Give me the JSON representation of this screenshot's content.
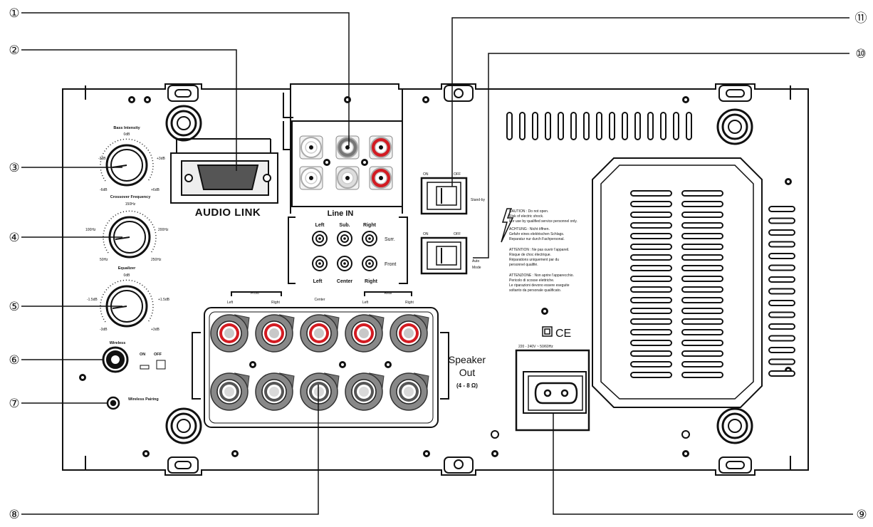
{
  "callouts": [
    {
      "num": "①",
      "label": "1"
    },
    {
      "num": "②",
      "label": "2"
    },
    {
      "num": "③",
      "label": "3"
    },
    {
      "num": "④",
      "label": "4"
    },
    {
      "num": "⑤",
      "label": "5"
    },
    {
      "num": "⑥",
      "label": "6"
    },
    {
      "num": "⑦",
      "label": "7"
    },
    {
      "num": "⑧",
      "label": "8"
    },
    {
      "num": "⑨",
      "label": "9"
    },
    {
      "num": "⑩",
      "label": "10"
    },
    {
      "num": "⑪",
      "label": "11"
    }
  ],
  "knobs": {
    "bass": {
      "title": "Bass Intensity",
      "top": "0dB",
      "left": "-3dB",
      "right": "+3dB",
      "bl": "-6dB",
      "br": "+6dB"
    },
    "crossover": {
      "title": "Crossover Frequency",
      "top": "150Hz",
      "left": "100Hz",
      "right": "200Hz",
      "bl": "50Hz",
      "br": "250Hz"
    },
    "equalizer": {
      "title": "Equalizer",
      "top": "0dB",
      "left": "-1.5dB",
      "right": "+1.5dB",
      "bl": "-3dB",
      "br": "+3dB"
    }
  },
  "wireless": {
    "label": "Wireless",
    "on": "ON",
    "off": "OFF",
    "pairing": "Wireless Pairing"
  },
  "audio_link": {
    "label": "AUDIO LINK"
  },
  "line_in": {
    "title": "Line IN",
    "left": "Left",
    "sub": "Sub.",
    "right": "Right",
    "surr": "Surr.",
    "front": "Front",
    "left2": "Left",
    "center": "Center",
    "right2": "Right"
  },
  "speaker": {
    "front": "Front",
    "rear": "Rear",
    "left": "Left",
    "right": "Right",
    "center": "Center",
    "left2": "Left",
    "right2": "Right",
    "out1": "Speaker",
    "out2": "Out",
    "ohm": "(4 - 8 Ω)"
  },
  "switches": {
    "standby": {
      "on": "ON",
      "off": "OFF",
      "label": "Stand-by"
    },
    "automode": {
      "on": "ON",
      "off": "OFF",
      "label1": "Auto",
      "label2": "Mode"
    }
  },
  "caution": [
    "CAUTION : Do not open.",
    "Risk of electric shock.",
    "For use by qualified service personnel only.",
    "ACHTUNG : Nicht öffnen.",
    "Gefahr eines elektrischen Schlags.",
    "Reparatur nur durch Fachpersonal.",
    "ATTENTION : Ne pas ouvrir l'appareil.",
    "Risque de choc électrique.",
    "Réparations uniquement par du",
    "personnel qualifié.",
    "ATTENZIONE : Non aprire l'apparecchio.",
    "Pericolo di scosse elettriche.",
    "Le riparazioni devono essere eseguite",
    "soltanto da personale qualificato."
  ],
  "power": {
    "rating": "220 - 240V ~ 50/60Hz",
    "ce": "CE"
  }
}
